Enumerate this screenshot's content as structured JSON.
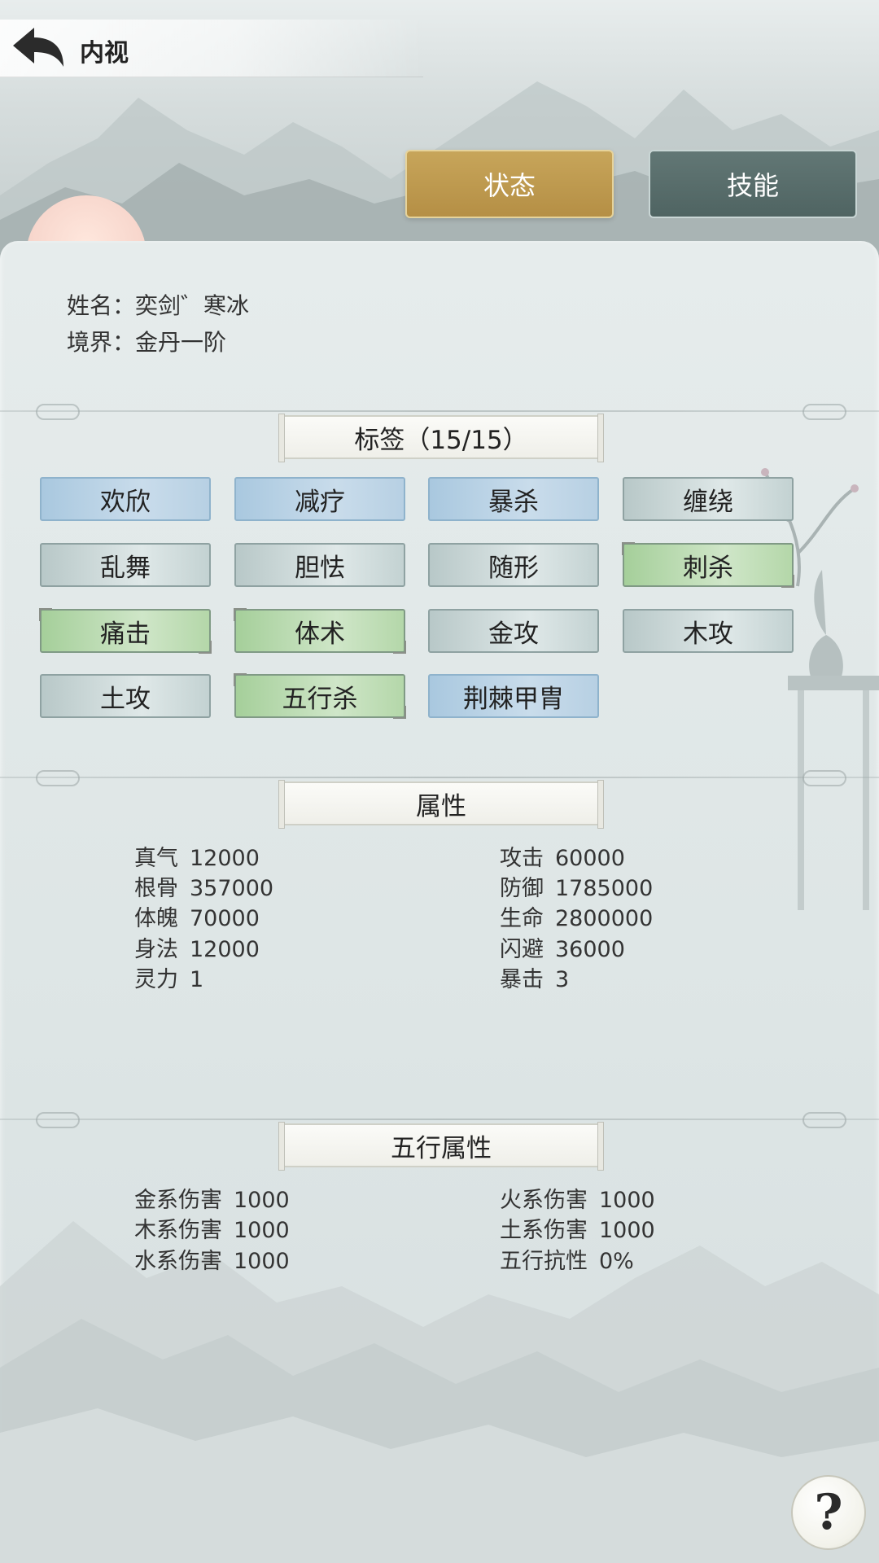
{
  "header": {
    "title": "内视"
  },
  "tabs": [
    {
      "label": "状态",
      "active": true
    },
    {
      "label": "技能",
      "active": false
    }
  ],
  "character": {
    "name_label": "姓名：",
    "name_value": "奕剑゛寒冰",
    "realm_label": "境界：",
    "realm_value": "金丹一阶"
  },
  "sections": {
    "tags": "标签（15/15）",
    "attributes": "属性",
    "elements": "五行属性"
  },
  "tags": [
    {
      "label": "欢欣",
      "style": "blue"
    },
    {
      "label": "减疗",
      "style": "blue"
    },
    {
      "label": "暴杀",
      "style": "blue"
    },
    {
      "label": "缠绕",
      "style": "gray"
    },
    {
      "label": "乱舞",
      "style": "gray"
    },
    {
      "label": "胆怯",
      "style": "gray"
    },
    {
      "label": "随形",
      "style": "gray"
    },
    {
      "label": "刺杀",
      "style": "green"
    },
    {
      "label": "痛击",
      "style": "green"
    },
    {
      "label": "体术",
      "style": "green"
    },
    {
      "label": "金攻",
      "style": "gray"
    },
    {
      "label": "木攻",
      "style": "gray"
    },
    {
      "label": "土攻",
      "style": "gray"
    },
    {
      "label": "五行杀",
      "style": "green"
    },
    {
      "label": "荆棘甲胄",
      "style": "blue"
    }
  ],
  "attributes_left": [
    {
      "label": "真气",
      "value": "12000"
    },
    {
      "label": "根骨",
      "value": "357000"
    },
    {
      "label": "体魄",
      "value": "70000"
    },
    {
      "label": "身法",
      "value": "12000"
    },
    {
      "label": "灵力",
      "value": "1"
    }
  ],
  "attributes_right": [
    {
      "label": "攻击",
      "value": "60000"
    },
    {
      "label": "防御",
      "value": "1785000"
    },
    {
      "label": "生命",
      "value": "2800000"
    },
    {
      "label": "闪避",
      "value": "36000"
    },
    {
      "label": "暴击",
      "value": "3"
    }
  ],
  "elements_left": [
    {
      "label": "金系伤害",
      "value": "1000"
    },
    {
      "label": "木系伤害",
      "value": "1000"
    },
    {
      "label": "水系伤害",
      "value": "1000"
    }
  ],
  "elements_right": [
    {
      "label": "火系伤害",
      "value": "1000"
    },
    {
      "label": "土系伤害",
      "value": "1000"
    },
    {
      "label": "五行抗性",
      "value": "0%"
    }
  ],
  "help": {
    "label": "?"
  },
  "colors": {
    "tab_active": "#b8924a",
    "tab_inactive": "#566b69",
    "tag_blue": "#b7d0e3",
    "tag_gray": "#cbd8d8",
    "tag_green": "#bcdcaf"
  }
}
